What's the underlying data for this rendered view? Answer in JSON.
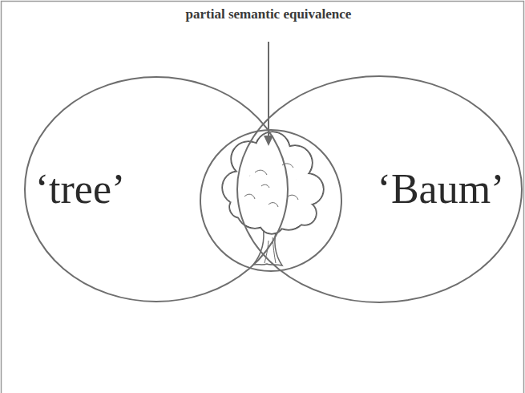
{
  "diagram": {
    "nodes": [
      {
        "text": [
          "‘tree’"
        ]
      },
      {
        "text": [
          "‘Baum’"
        ]
      }
    ],
    "labels": [
      "partial semantic equivalence"
    ]
  }
}
